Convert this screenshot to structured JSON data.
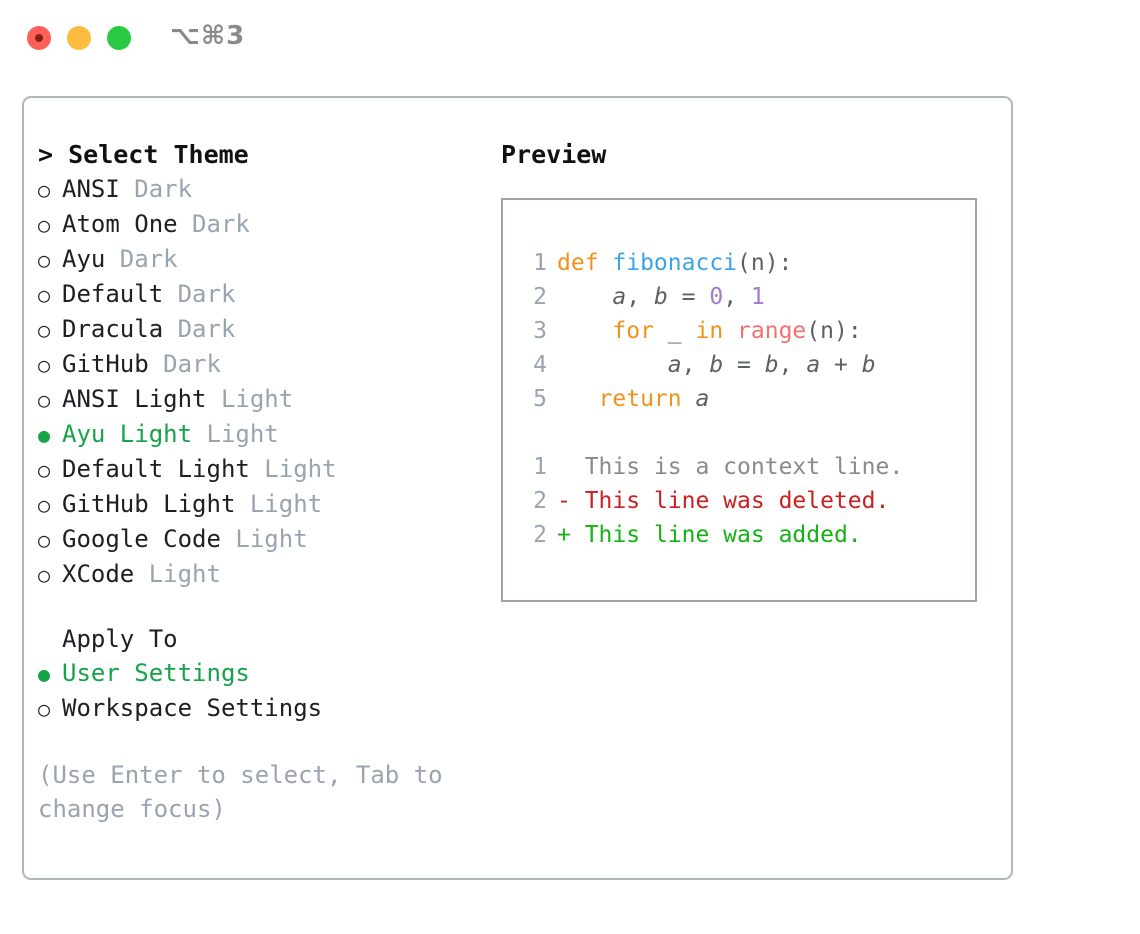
{
  "titlebar": {
    "shortcut": "⌥⌘3",
    "lights": [
      "close",
      "minimize",
      "zoom"
    ]
  },
  "left": {
    "title": "> Select Theme",
    "themes": [
      {
        "bullet": "○",
        "name": "ANSI",
        "kind": "Dark",
        "selected": false
      },
      {
        "bullet": "○",
        "name": "Atom One",
        "kind": "Dark",
        "selected": false
      },
      {
        "bullet": "○",
        "name": "Ayu",
        "kind": "Dark",
        "selected": false
      },
      {
        "bullet": "○",
        "name": "Default",
        "kind": "Dark",
        "selected": false
      },
      {
        "bullet": "○",
        "name": "Dracula",
        "kind": "Dark",
        "selected": false
      },
      {
        "bullet": "○",
        "name": "GitHub",
        "kind": "Dark",
        "selected": false
      },
      {
        "bullet": "○",
        "name": "ANSI Light",
        "kind": "Light",
        "selected": false
      },
      {
        "bullet": "●",
        "name": "Ayu Light",
        "kind": "Light",
        "selected": true
      },
      {
        "bullet": "○",
        "name": "Default Light",
        "kind": "Light",
        "selected": false
      },
      {
        "bullet": "○",
        "name": "GitHub Light",
        "kind": "Light",
        "selected": false
      },
      {
        "bullet": "○",
        "name": "Google Code",
        "kind": "Light",
        "selected": false
      },
      {
        "bullet": "○",
        "name": "XCode",
        "kind": "Light",
        "selected": false
      }
    ],
    "apply_to": {
      "heading": "Apply To",
      "options": [
        {
          "bullet": "●",
          "label": "User Settings",
          "selected": true
        },
        {
          "bullet": "○",
          "label": "Workspace Settings",
          "selected": false
        }
      ]
    },
    "hint": "(Use Enter to select, Tab to change focus)"
  },
  "right": {
    "title": "Preview",
    "code": [
      {
        "ln": "1",
        "tokens": [
          {
            "t": "def ",
            "c": "kw"
          },
          {
            "t": "fibonacci",
            "c": "fn"
          },
          {
            "t": "(n):",
            "c": "punct"
          }
        ]
      },
      {
        "ln": "2",
        "tokens": [
          {
            "t": "    ",
            "c": "plain"
          },
          {
            "t": "a",
            "c": "var"
          },
          {
            "t": ", ",
            "c": "punct"
          },
          {
            "t": "b",
            "c": "var"
          },
          {
            "t": " = ",
            "c": "punct"
          },
          {
            "t": "0",
            "c": "num"
          },
          {
            "t": ", ",
            "c": "punct"
          },
          {
            "t": "1",
            "c": "num"
          }
        ]
      },
      {
        "ln": "3",
        "tokens": [
          {
            "t": "    ",
            "c": "plain"
          },
          {
            "t": "for",
            "c": "kw"
          },
          {
            "t": " _ ",
            "c": "punct"
          },
          {
            "t": "in",
            "c": "kw"
          },
          {
            "t": " ",
            "c": "punct"
          },
          {
            "t": "range",
            "c": "call"
          },
          {
            "t": "(n):",
            "c": "punct"
          }
        ]
      },
      {
        "ln": "4",
        "tokens": [
          {
            "t": "        ",
            "c": "plain"
          },
          {
            "t": "a",
            "c": "var"
          },
          {
            "t": ", ",
            "c": "punct"
          },
          {
            "t": "b",
            "c": "var"
          },
          {
            "t": " = ",
            "c": "punct"
          },
          {
            "t": "b",
            "c": "var"
          },
          {
            "t": ", ",
            "c": "punct"
          },
          {
            "t": "a",
            "c": "var"
          },
          {
            "t": " + ",
            "c": "punct"
          },
          {
            "t": "b",
            "c": "var"
          }
        ]
      },
      {
        "ln": "5",
        "tokens": [
          {
            "t": "   ",
            "c": "plain"
          },
          {
            "t": "return",
            "c": "kw"
          },
          {
            "t": " ",
            "c": "punct"
          },
          {
            "t": "a",
            "c": "var"
          }
        ]
      }
    ],
    "diff": [
      {
        "ln": "1",
        "marker": "  ",
        "text": "This is a context line.",
        "kind": "ctx"
      },
      {
        "ln": "2",
        "marker": "- ",
        "text": "This line was deleted.",
        "kind": "del"
      },
      {
        "ln": "2",
        "marker": "+ ",
        "text": "This line was added.",
        "kind": "add"
      }
    ]
  },
  "colors": {
    "accent_green": "#16A34A",
    "muted": "#9AA3B0",
    "keyword": "#F2921D",
    "function": "#3BA4E8",
    "number": "#A37ACC",
    "call": "#F07171",
    "diff_delete": "#CC1F1F",
    "diff_add": "#12B312",
    "border": "#AEB6C2"
  }
}
